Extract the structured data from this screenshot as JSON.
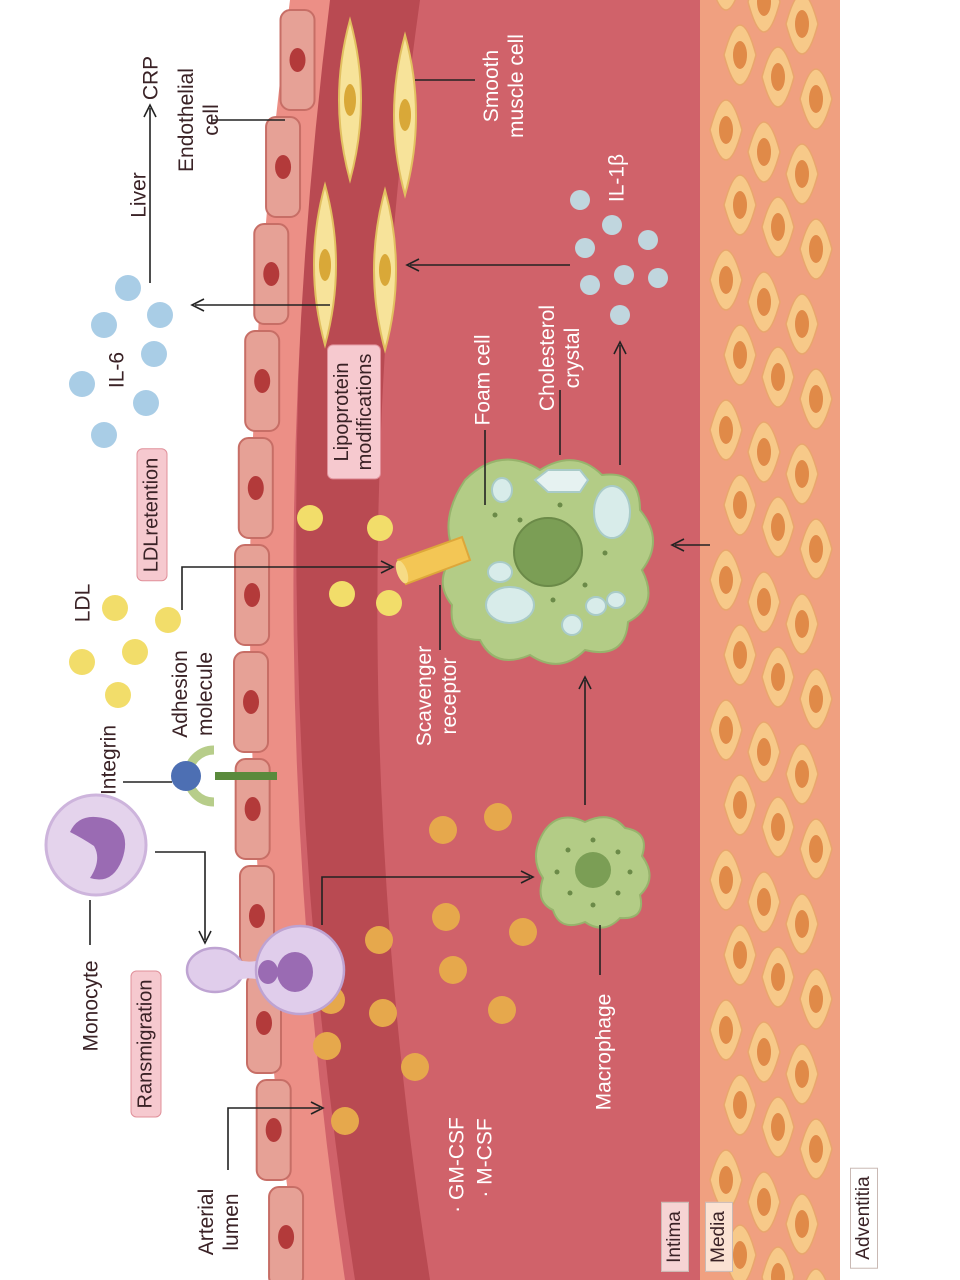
{
  "labels": {
    "monocyte": "Monocyte",
    "integrin": "Integrin",
    "adhesion_molecule": "Adhesion\nmolecule",
    "ldl": "LDL",
    "il6": "IL-6",
    "liver": "Liver",
    "crp": "CRP",
    "endothelial_cell": "Endothelial\ncell",
    "smooth_muscle_cell": "Smooth\nmuscle cell",
    "il1b": "IL-1β",
    "foam_cell": "Foam cell",
    "cholesterol_crystal": "Cholesterol\ncrystal",
    "scavenger_receptor": "Scavenger\nreceptor",
    "macrophage": "Macrophage",
    "gm_csf": "· GM-CSF",
    "m_csf": "· M-CSF",
    "arterial_lumen": "Arterial\nlumen"
  },
  "pills": {
    "ransmigration": "Ransmigration",
    "ldl_retention": "LDLretention",
    "lipoprotein_modifications": "Lipoprotein\nmodifications"
  },
  "layers": {
    "intima": "Intima",
    "media": "Media",
    "adventitia": "Adventitia"
  },
  "colors": {
    "endothelium": "#d97f78",
    "intima": "#c95f66",
    "media_band": "#b8484f",
    "media": "#ef8c86",
    "adventitia": "#f39a8c",
    "smooth_muscle": "#f3d27a",
    "ldl": "#f2dd6a",
    "il6": "#a9cde6",
    "csf": "#e6a84c",
    "foam_cell": "#a9c27e",
    "monocyte": "#c8a9d6"
  }
}
